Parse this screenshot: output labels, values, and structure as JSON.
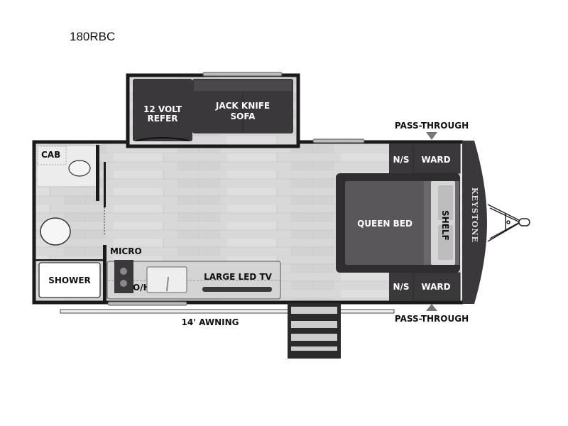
{
  "model": "180RBC",
  "brand": "KEYSTONE",
  "labels": {
    "refer_line1": "12 VOLT",
    "refer_line2": "REFER",
    "sofa_line1": "JACK KNIFE",
    "sofa_line2": "SOFA",
    "cab": "CAB",
    "shower": "SHOWER",
    "micro": "MICRO",
    "oh": "O/H",
    "tv": "LARGE LED TV",
    "awning": "14' AWNING",
    "queen_bed": "QUEEN BED",
    "shelf": "SHELF",
    "ns_top": "N/S",
    "ward_top": "WARD",
    "ns_bottom": "N/S",
    "ward_bottom": "WARD",
    "pass_top": "PASS-THROUGH",
    "pass_bottom": "PASS-THROUGH"
  },
  "colors": {
    "wall": "#1a1a1a",
    "furniture_dark": "#3a383b",
    "bed": "#59575a",
    "floor": "#d9d9d9"
  }
}
